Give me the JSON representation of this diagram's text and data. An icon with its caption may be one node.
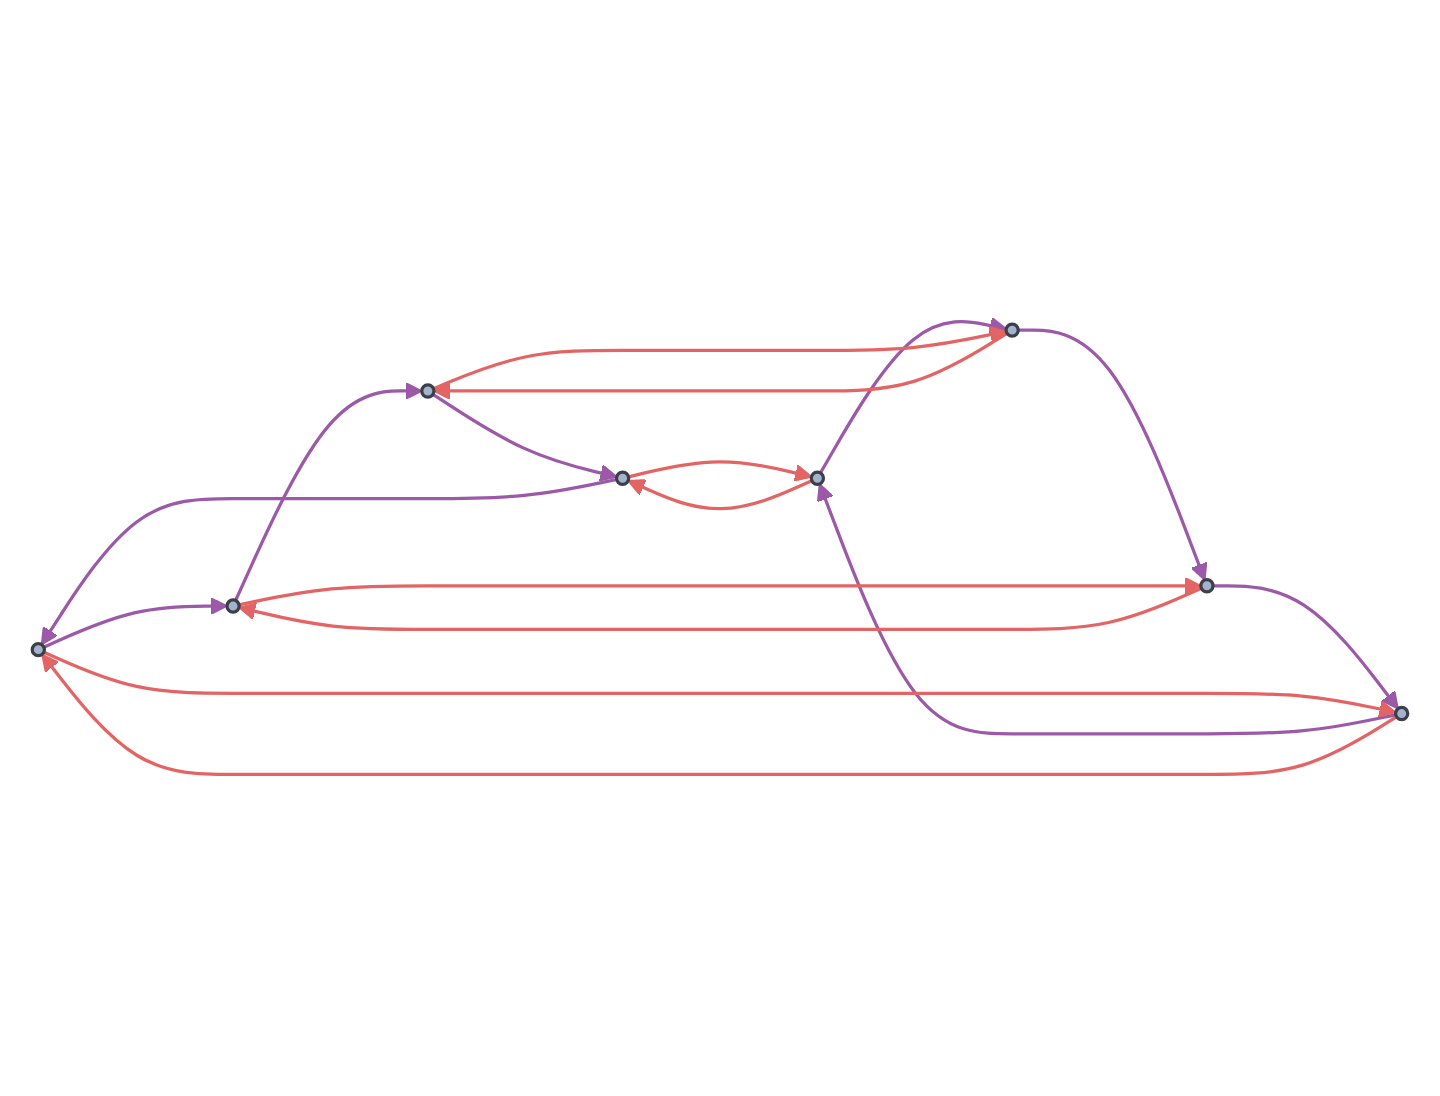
{
  "diagram": {
    "nodes": [
      {
        "text": [],
        "shape": "circle"
      },
      {
        "text": [],
        "shape": "circle"
      },
      {
        "text": [],
        "shape": "circle"
      },
      {
        "text": [],
        "shape": "circle"
      },
      {
        "text": [],
        "shape": "circle"
      },
      {
        "text": [],
        "shape": "circle"
      },
      {
        "text": [],
        "shape": "circle"
      },
      {
        "text": [],
        "shape": "circle"
      }
    ],
    "edges": [
      {
        "from": 0,
        "to": 1,
        "arrow": "to",
        "color": "#9b59a8"
      },
      {
        "from": 1,
        "to": 5,
        "arrow": "to",
        "color": "#9b59a8"
      },
      {
        "from": 5,
        "to": 4,
        "arrow": "to",
        "color": "#9b59a8"
      },
      {
        "from": 4,
        "to": 0,
        "arrow": "to",
        "color": "#9b59a8"
      },
      {
        "from": 3,
        "to": 2,
        "arrow": "to",
        "color": "#9b59a8"
      },
      {
        "from": 2,
        "to": 6,
        "arrow": "to",
        "color": "#9b59a8"
      },
      {
        "from": 6,
        "to": 7,
        "arrow": "to",
        "color": "#9b59a8"
      },
      {
        "from": 7,
        "to": 3,
        "arrow": "to",
        "color": "#9b59a8"
      },
      {
        "from": 2,
        "to": 0,
        "arrow": "to",
        "color": "#e36464"
      },
      {
        "from": 0,
        "to": 2,
        "arrow": "to",
        "color": "#e36464"
      },
      {
        "from": 3,
        "to": 1,
        "arrow": "to",
        "color": "#e36464"
      },
      {
        "from": 1,
        "to": 3,
        "arrow": "to",
        "color": "#e36464"
      },
      {
        "from": 6,
        "to": 4,
        "arrow": "to",
        "color": "#e36464"
      },
      {
        "from": 4,
        "to": 6,
        "arrow": "to",
        "color": "#e36464"
      },
      {
        "from": 7,
        "to": 5,
        "arrow": "to",
        "color": "#e36464"
      },
      {
        "from": 5,
        "to": 7,
        "arrow": "to",
        "color": "#e36464"
      }
    ]
  }
}
